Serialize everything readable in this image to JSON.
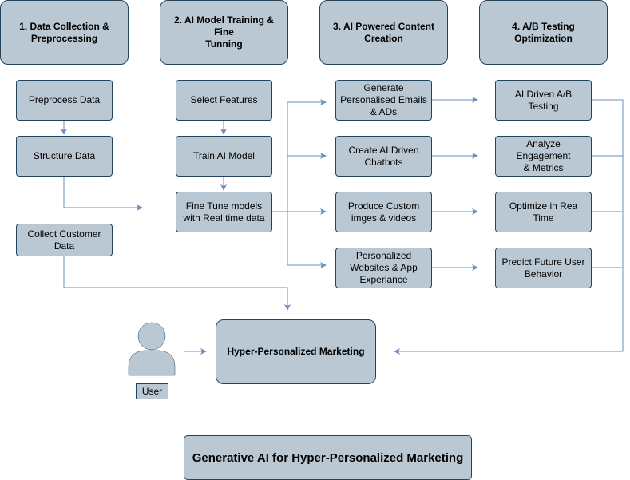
{
  "phases": {
    "p1": "1. Data Collection &\nPreprocessing",
    "p2": "2. AI Model Training & Fine\nTunning",
    "p3": "3. AI Powered Content\nCreation",
    "p4": "4. A/B Testing\nOptimization"
  },
  "col1": {
    "preprocess": "Preprocess Data",
    "structure": "Structure Data",
    "collect": "Collect Customer\nData"
  },
  "col2": {
    "select": "Select Features",
    "train": "Train AI Model",
    "finetune": "Fine Tune models\nwith Real time data"
  },
  "col3": {
    "emails": "Generate\nPersonalised Emails\n& ADs",
    "chatbots": "Create AI Driven\nChatbots",
    "media": "Produce Custom\nimges & videos",
    "websites": "Personalized\nWebsites & App\nExperiance"
  },
  "col4": {
    "abtest": "AI Driven A/B Testing",
    "engagement": "Analyze Engagement\n& Metrics",
    "optimize": "Optimize in Rea Time",
    "predict": "Predict Future User\nBehavior"
  },
  "hub": "Hyper-Personalized Marketing",
  "user": {
    "label": "User",
    "icon": "user-icon"
  },
  "title": "Generative AI for Hyper-Personalized Marketing",
  "colors": {
    "fill": "#bac8d3",
    "stroke": "#23445d",
    "edge": "#6c8ebf"
  }
}
